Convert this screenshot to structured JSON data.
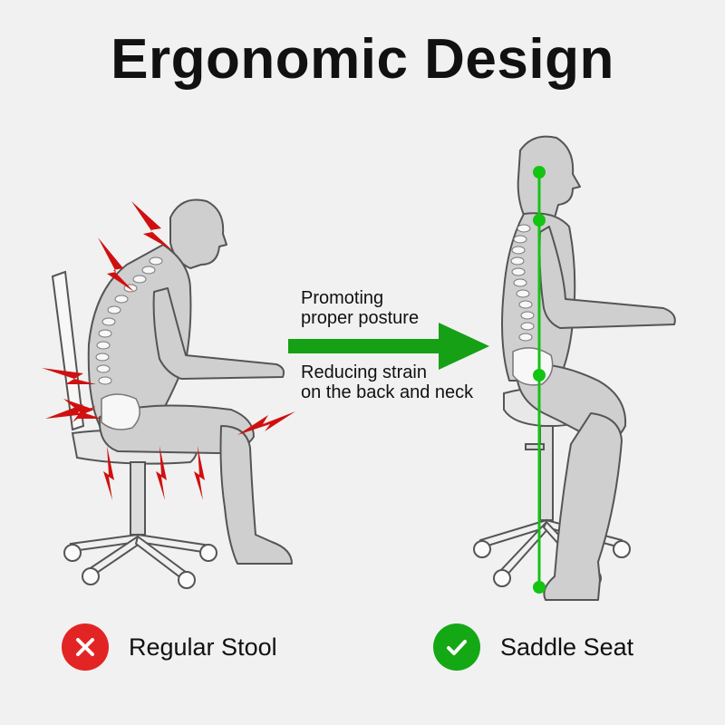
{
  "title": "Ergonomic Design",
  "notes": {
    "posture": [
      "Promoting",
      "proper posture"
    ],
    "strain": [
      "Reducing strain",
      "on the back and neck"
    ]
  },
  "verdicts": {
    "bad": {
      "label": "Regular Stool",
      "icon": "x-icon",
      "color": "#e32424"
    },
    "good": {
      "label": "Saddle Seat",
      "icon": "check-icon",
      "color": "#14a814"
    }
  },
  "colors": {
    "figure": "#cfcfcf",
    "outline": "#555555",
    "pain": "#d01010",
    "arrow": "#16a016",
    "alignment": "#13c413"
  }
}
